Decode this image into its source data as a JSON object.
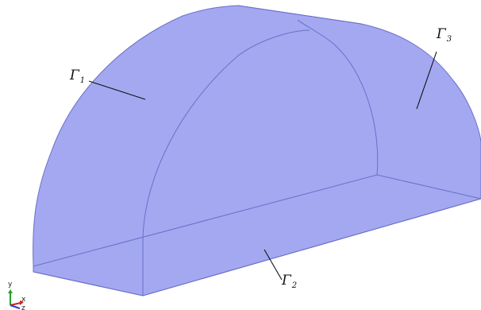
{
  "figure": {
    "face_fill": "#a3a8f1",
    "edge_color": "#6a70c8",
    "leader_color": "#111111"
  },
  "labels": [
    {
      "id": "gamma1",
      "symbol": "Γ",
      "subscript": "1"
    },
    {
      "id": "gamma2",
      "symbol": "Γ",
      "subscript": "2"
    },
    {
      "id": "gamma3",
      "symbol": "Γ",
      "subscript": "3"
    }
  ],
  "axes": {
    "y_label": "y",
    "x_label": "x",
    "z_label": "z",
    "y_color": "#22a02a",
    "x_color": "#d02020",
    "z_color": "#2a3fd0"
  }
}
